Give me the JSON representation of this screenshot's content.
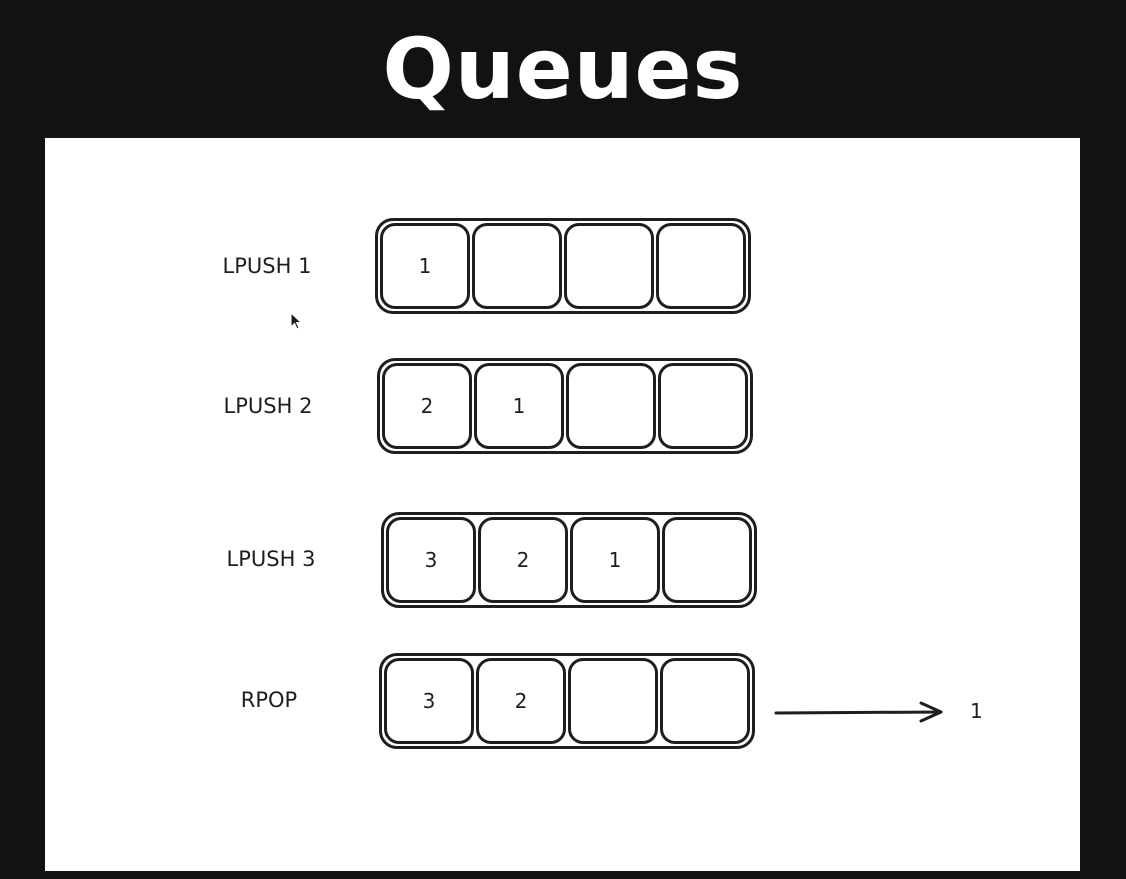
{
  "title": "Queues",
  "rows": [
    {
      "command": "LPUSH 1",
      "slots": [
        "1",
        "",
        "",
        ""
      ]
    },
    {
      "command": "LPUSH 2",
      "slots": [
        "2",
        "1",
        "",
        ""
      ]
    },
    {
      "command": "LPUSH 3",
      "slots": [
        "3",
        "2",
        "1",
        ""
      ]
    },
    {
      "command": "RPOP",
      "slots": [
        "3",
        "2",
        "",
        ""
      ]
    }
  ],
  "popped_value": "1",
  "colors": {
    "background": "#121212",
    "canvas": "#ffffff",
    "ink": "#1e1e1e",
    "title": "#ffffff"
  }
}
